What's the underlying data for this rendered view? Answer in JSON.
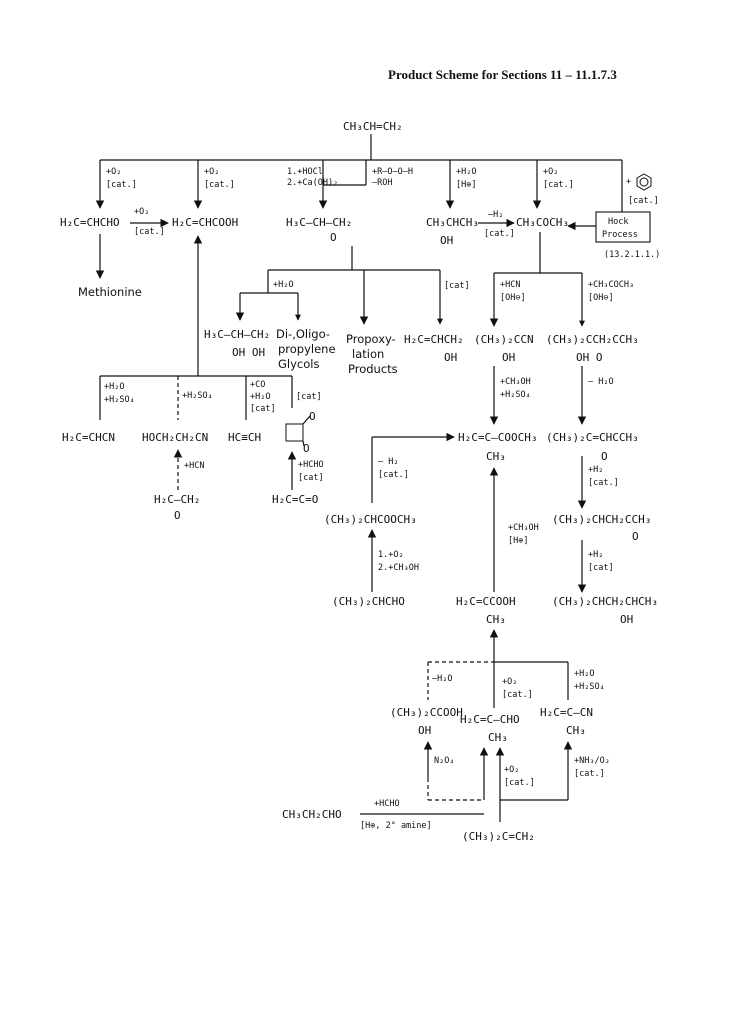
{
  "title": "Product Scheme for Sections 11 – 11.1.7.3",
  "compounds": {
    "propene": "CH₃CH=CH₂",
    "acrolein": "H₂C=CHCHO",
    "acrylic_acid": "H₂C=CHCOOH",
    "propylene_oxide_1": "H₃C–CH–CH₂",
    "epoxide_o": "O",
    "isopropanol_1": "CH₃CHCH₃",
    "isopropanol_oh": "OH",
    "acetone": "CH₃COCH₃",
    "benzene_icon": "benzene-ring",
    "hock_1": "Hock",
    "hock_2": "Process",
    "hock_ref": "(13.2.1.1.)",
    "methionine": "Methionine",
    "propylene_glycol_1": "H₃C–CH–CH₂",
    "propylene_glycol_2": "OH  OH",
    "glycols_1": "Di-,Oligo-",
    "glycols_2": "propylene",
    "glycols_3": "Glycols",
    "propoxylation_1": "Propoxy-",
    "propoxylation_2": "lation",
    "propoxylation_3": "Products",
    "allyl_alcohol_1": "H₂C=CHCH₂",
    "allyl_alcohol_oh": "OH",
    "acetone_cyanohydrin_1": "(CH₃)₂CCN",
    "acetone_cyanohydrin_oh": "OH",
    "diacetone_alcohol_1": "(CH₃)₂CCH₂CCH₃",
    "diacetone_alcohol_2": "OH   O",
    "acrylonitrile": "H₂C=CHCN",
    "hydroxypropionitrile": "HOCH₂CH₂CN",
    "acetylene": "HC≡CH",
    "propiolactone_o1": "O",
    "propiolactone_o2": "O",
    "mma_1": "H₂C=C–COOCH₃",
    "mma_2": "CH₃",
    "mesityl_oxide_1": "(CH₃)₂C=CHCCH₃",
    "mesityl_oxide_2": "O",
    "ethylene_oxide_1": "H₂C–CH₂",
    "ethylene_oxide_o": "O",
    "ketene": "H₂C=C=O",
    "isobutyl_formate": "(CH₃)₂CHCOOCH₃",
    "mibk_1": "(CH₃)₂CHCH₂CCH₃",
    "mibk_2": "O",
    "isobutyraldehyde": "(CH₃)₂CHCHO",
    "methacrylic_acid_1": "H₂C=CCOOH",
    "methacrylic_acid_2": "CH₃",
    "mibc_1": "(CH₃)₂CHCH₂CHCH₃",
    "mibc_2": "OH",
    "hiba_1": "(CH₃)₂CCOOH",
    "hiba_oh": "OH",
    "methacrolein_1": "H₂C=C–CHO",
    "methacrolein_2": "CH₃",
    "methacrylonitrile_1": "H₂C=C–CN",
    "methacrylonitrile_2": "CH₃",
    "propionaldehyde": "CH₃CH₂CHO",
    "isobutene": "(CH₃)₂C=CH₂"
  },
  "conditions": {
    "c1a": "+O₂",
    "c1b": "[cat.]",
    "c2a": "+O₂",
    "c2b": "[cat.]",
    "c3a": "1.+HOCl",
    "c3b": "2.+Ca(OH)₂",
    "c4a": "+R–O–O–H",
    "c4b": "–ROH",
    "c5a": "+H₂O",
    "c5b": "[H⊕]",
    "c6a": "+O₂",
    "c6b": "[cat.]",
    "c7a": "+",
    "c7b": "[cat.]",
    "c8a": "+O₂",
    "c8b": "[cat.]",
    "c9a": "–H₂",
    "c9b": "[cat.]",
    "c10a": "+H₂O",
    "c11a": "[cat]",
    "c12a": "+HCN",
    "c12b": "[OH⊖]",
    "c13a": "+CH₃COCH₃",
    "c13b": "[OH⊖]",
    "c14a": "+H₂O",
    "c14b": "+H₂SO₄",
    "c15a": "+H₂SO₄",
    "c16a": "+CO",
    "c16b": "+H₂O",
    "c16c": "[cat]",
    "c17a": "[cat]",
    "c18a": "+CH₃OH",
    "c18b": "+H₂SO₄",
    "c19a": "– H₂O",
    "c20a": "+HCN",
    "c21a": "+HCHO",
    "c21b": "[cat]",
    "c22a": "– H₂",
    "c22b": "[cat.]",
    "c23a": "+H₂",
    "c23b": "[cat.]",
    "c24a": "+CH₃OH",
    "c24b": "[H⊕]",
    "c25a": "1.+O₂",
    "c25b": "2.+CH₃OH",
    "c26a": "+H₂",
    "c26b": "[cat]",
    "c27a": "–H₂O",
    "c28a": "+O₂",
    "c28b": "[cat.]",
    "c29a": "+H₂O",
    "c29b": "+H₂SO₄",
    "c30a": "N₂O₄",
    "c31a": "+O₂",
    "c31b": "[cat.]",
    "c32a": "+NH₃/O₂",
    "c32b": "[cat.]",
    "c33a": "+HCHO",
    "c33b": "[H⊕, 2° amine]"
  }
}
